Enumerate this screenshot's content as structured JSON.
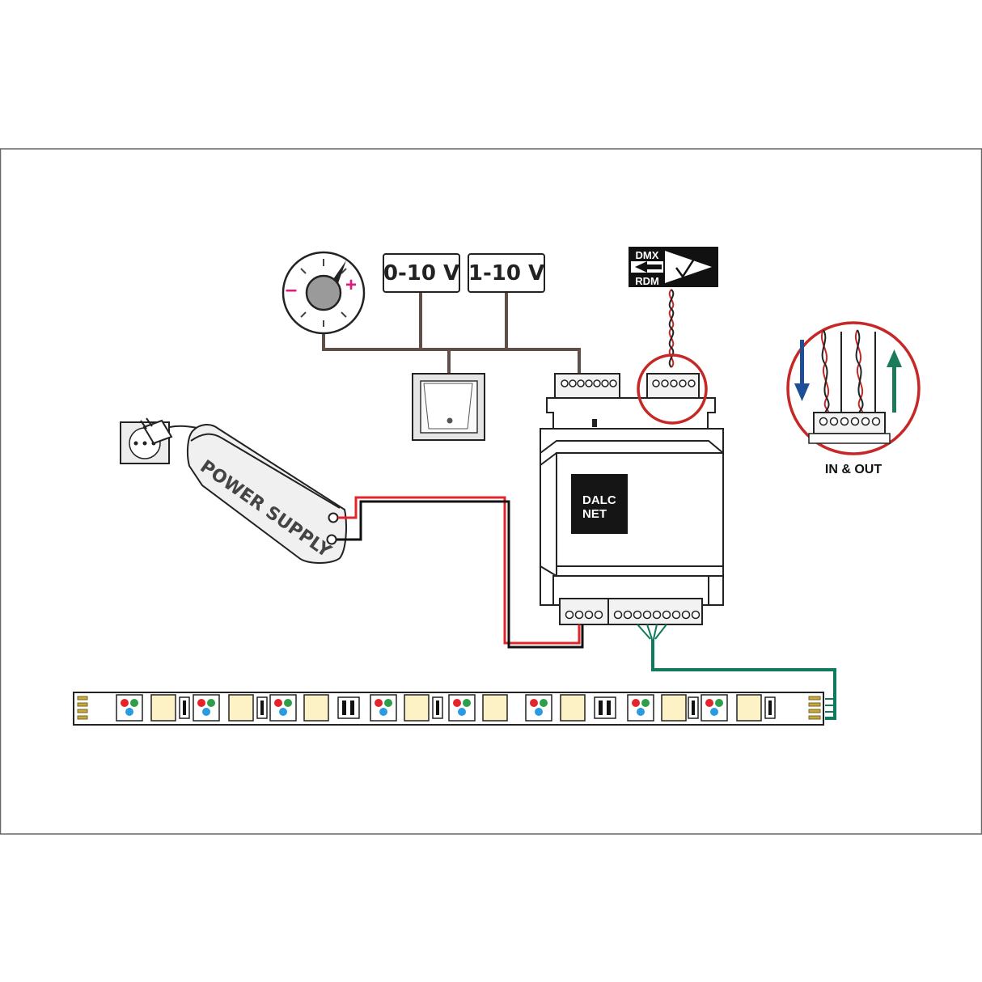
{
  "labels": {
    "range_0_10": "0-10 V",
    "range_1_10": "1-10 V",
    "dmx": "DMX",
    "rdm": "RDM",
    "power_supply": "POWER SUPPLY",
    "brand_line1": "DALC",
    "brand_line2": "NET",
    "in_out": "IN & OUT",
    "minus": "–",
    "plus": "+"
  },
  "colors": {
    "frame": "#666666",
    "control_wire": "#5e5048",
    "red_wire": "#e3242b",
    "black_wire": "#111111",
    "output_wire": "#0f7a5e",
    "dmx_circle": "#c62828",
    "arrow_down": "#1f4e99",
    "arrow_up": "#1a7a5a",
    "minus_color": "#e0197d",
    "plus_color": "#e0197d",
    "led_warm": "#fdf2c6"
  },
  "icons": {
    "potentiometer": "dimmer-knob-icon",
    "switch": "rocker-switch-icon",
    "socket": "wall-socket-icon",
    "dmx_badge": "dmx-rdm-badge-icon"
  }
}
